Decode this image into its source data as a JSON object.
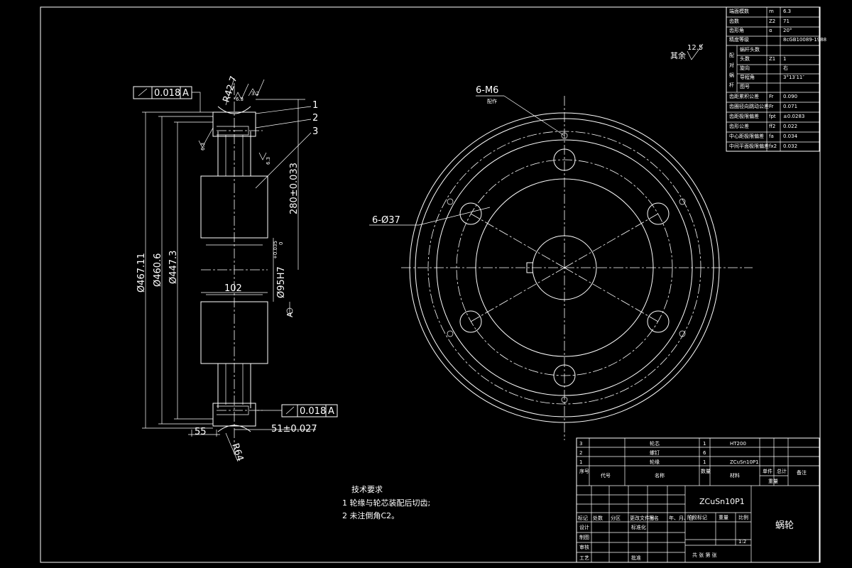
{
  "colors": {
    "background": "#000000",
    "line": "#ffffff"
  },
  "section_view": {
    "geom_tol_top": {
      "symbol": "circular-runout",
      "value": "0.018",
      "datum": "A"
    },
    "geom_tol_bottom": {
      "symbol": "circular-runout",
      "value": "0.018",
      "datum": "A"
    },
    "dims": {
      "d_outer": "Ø467.11",
      "d_mid": "Ø460.6",
      "d_root": "Ø447.3",
      "bore": "Ø95H7",
      "bore_tol_upper": "+0.035",
      "bore_tol_lower": "0",
      "hub_width": "102",
      "center_dist": "280±0.033",
      "rim_width": "55",
      "offset": "51±0.027",
      "radius_top": "R42.7",
      "radius_bottom": "R64",
      "rough_a": "6.3",
      "rough_b": "3.2",
      "rough_c": "6.3",
      "rough_d": "6.3"
    },
    "parts": {
      "p1": "1",
      "p2": "2",
      "p3": "3"
    },
    "datum_label": "A"
  },
  "plan_view": {
    "thread_label": "6-M6",
    "thread_note": "配作",
    "hole_label": "6-Ø37",
    "surface_note": "其余",
    "surface_value": "12.5"
  },
  "param_table": {
    "rows": [
      {
        "label": "端面模数",
        "sym": "m",
        "val": "6.3"
      },
      {
        "label": "齿数",
        "sym": "Z2",
        "val": "71"
      },
      {
        "label": "齿形角",
        "sym": "α",
        "val": "20°"
      },
      {
        "label": "精度等级",
        "sym": "",
        "val": "8cGB10089-1988"
      },
      {
        "label": "蜗杆头数",
        "sym": "",
        "val": ""
      },
      {
        "label": "头数",
        "sym": "Z1",
        "val": "1"
      },
      {
        "label": "旋向",
        "sym": "",
        "val": "右"
      },
      {
        "label": "导程角",
        "sym": "",
        "val": "3°13′11″"
      },
      {
        "label": "图号",
        "sym": "",
        "val": ""
      },
      {
        "label": "齿距累积公差",
        "sym": "Fr",
        "val": "0.090"
      },
      {
        "label": "齿圈径向跳动公差",
        "sym": "Fr",
        "val": "0.071"
      },
      {
        "label": "齿距极限偏差",
        "sym": "fpt",
        "val": "±0.0283"
      },
      {
        "label": "齿形公差",
        "sym": "ff2",
        "val": "0.022"
      },
      {
        "label": "中心距极限偏差",
        "sym": "fa",
        "val": "0.034"
      },
      {
        "label": "中间平面极限偏差",
        "sym": "fx2",
        "val": "0.032"
      }
    ],
    "side_labels": [
      "配",
      "对",
      "蜗",
      "杆"
    ]
  },
  "bom": {
    "rows": [
      {
        "no": "3",
        "name": "轮芯",
        "qty": "1",
        "mat": "HT200"
      },
      {
        "no": "2",
        "name": "螺钉",
        "qty": "6",
        "mat": ""
      },
      {
        "no": "1",
        "name": "轮缘",
        "qty": "1",
        "mat": "ZCuSn10P1"
      }
    ],
    "header": {
      "no": "序号",
      "code": "代号",
      "name": "名称",
      "qty": "数量",
      "mat": "材料",
      "unit": "单件",
      "total": "总计",
      "weight": "重量",
      "note": "备注"
    }
  },
  "title_block": {
    "material": "ZCuSn10P1",
    "part_name": "蜗轮",
    "scale": "1:2",
    "rev_headers": [
      "标记",
      "处数",
      "分区",
      "更改文件号",
      "签名",
      "年、月、日"
    ],
    "roles": [
      "设计",
      "审核",
      "工艺"
    ],
    "std": "标准化",
    "stage": "阶段标记",
    "weight_label": "重量",
    "scale_label": "比例",
    "sheet": "共  张  第  张",
    "approve": "批准",
    "draw": "制图"
  },
  "tech_req": {
    "title": "技术要求",
    "items": [
      "1 轮缘与轮芯装配后切齿;",
      "2 未注倒角C2。"
    ]
  }
}
